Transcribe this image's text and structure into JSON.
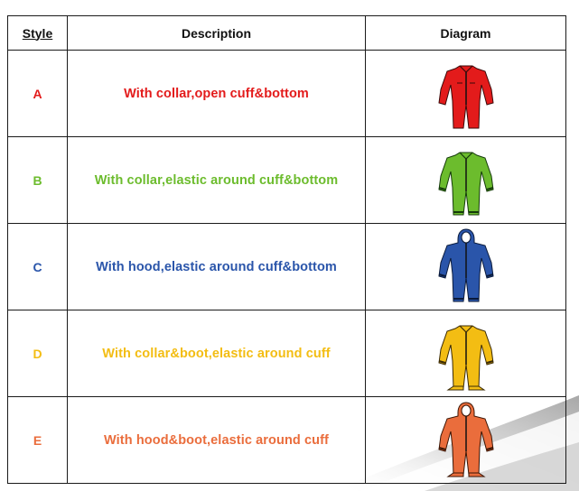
{
  "table": {
    "headers": {
      "style": "Style",
      "description": "Description",
      "diagram": "Diagram"
    },
    "rows": [
      {
        "style": "A",
        "description": "With collar,open cuff&bottom",
        "color": "#e31b1b",
        "icon": "coverall-collar-icon"
      },
      {
        "style": "B",
        "description": "With collar,elastic around cuff&bottom",
        "color": "#6cbc2d",
        "icon": "coverall-collar-elastic-icon"
      },
      {
        "style": "C",
        "description": "With hood,elastic around cuff&bottom",
        "color": "#2a55aa",
        "icon": "coverall-hood-icon"
      },
      {
        "style": "D",
        "description": "With collar&boot,elastic around cuff",
        "color": "#f3bd13",
        "icon": "coverall-collar-boot-icon"
      },
      {
        "style": "E",
        "description": "With hood&boot,elastic around cuff",
        "color": "#ea6d3c",
        "icon": "coverall-hood-boot-icon"
      }
    ]
  }
}
